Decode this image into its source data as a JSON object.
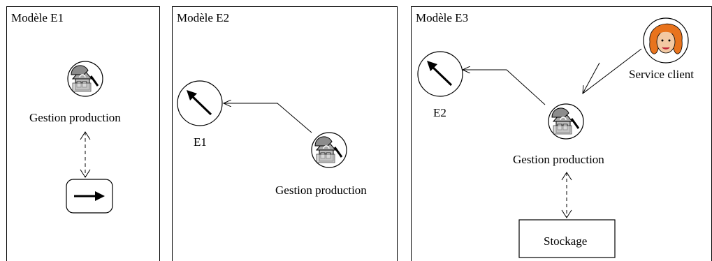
{
  "panels": [
    {
      "title": "Modèle E1",
      "production_label": "Gestion production"
    },
    {
      "title": "Modèle E2",
      "target_label": "E1",
      "production_label": "Gestion production"
    },
    {
      "title": "Modèle E3",
      "target_label": "E2",
      "client_label": "Service client",
      "production_label": "Gestion production",
      "storage_label": "Stockage"
    }
  ],
  "icons": {
    "production": "factory-house-icon",
    "process_out": "right-arrow-icon",
    "target": "up-left-arrow-icon",
    "client": "person-face-icon"
  }
}
